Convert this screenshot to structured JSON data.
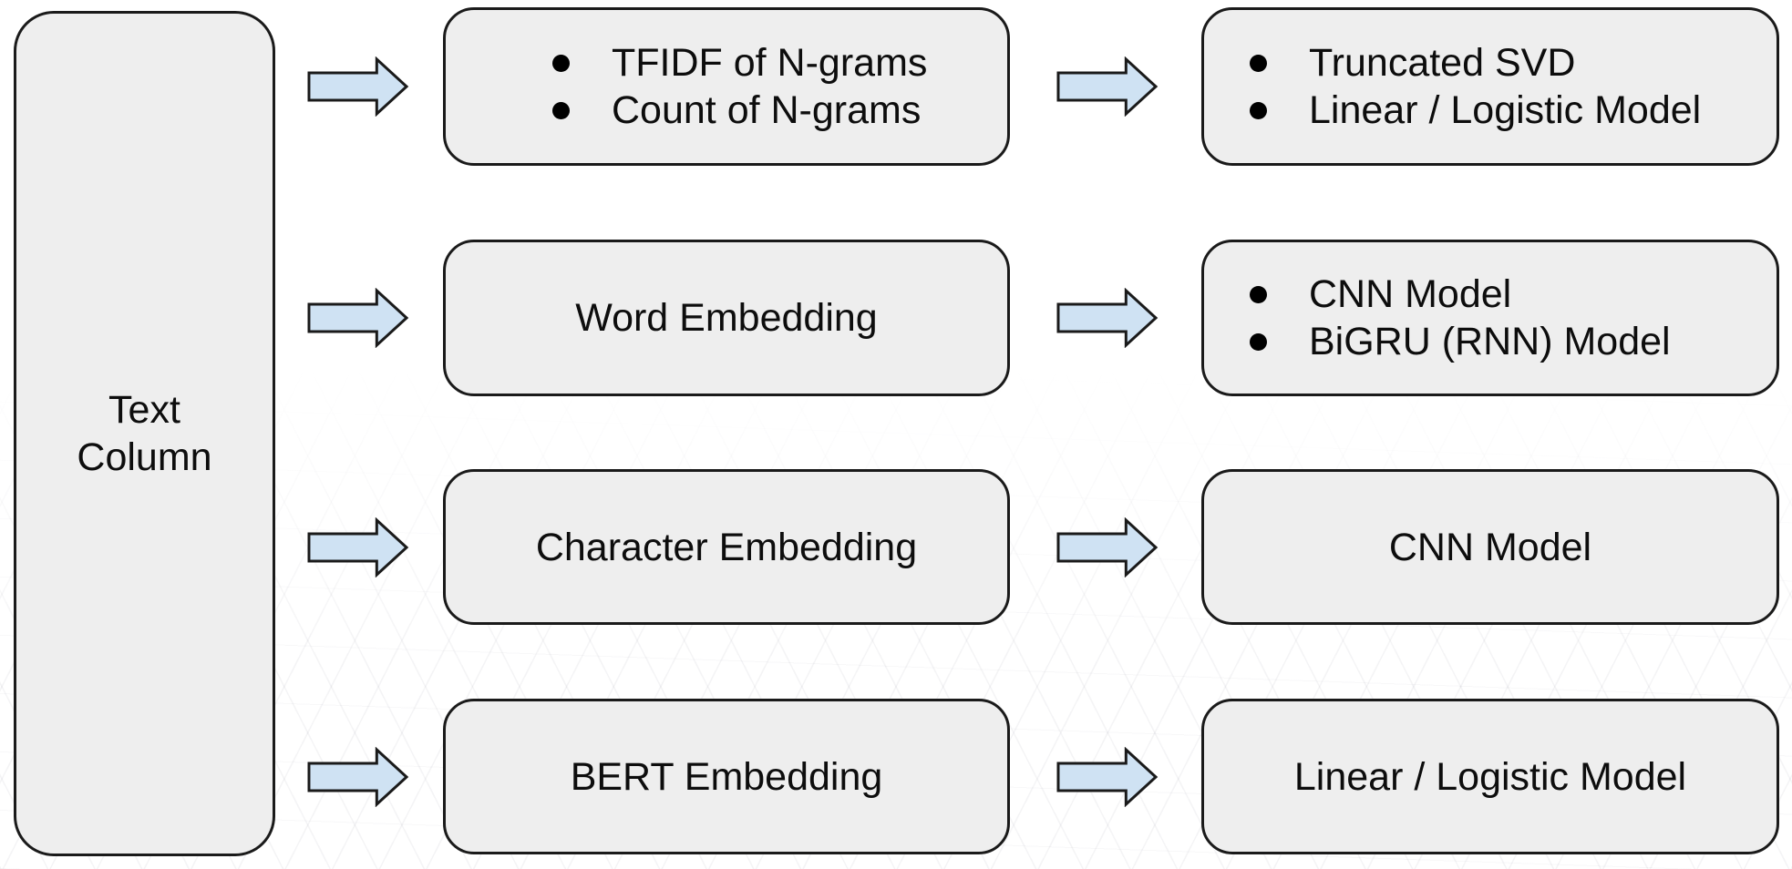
{
  "colors": {
    "box_fill": "#eeeeee",
    "box_border": "#1a1a1a",
    "arrow_fill": "#cfe2f3",
    "arrow_border": "#1a1a1a",
    "text": "#0d0d0d"
  },
  "icons": {
    "arrow": "right-arrow-icon",
    "bullet": "bullet-icon"
  },
  "source": {
    "line1": "Text",
    "line2": "Column"
  },
  "rows": [
    {
      "feature": {
        "type": "bullets",
        "items": [
          "TFIDF of N-grams",
          "Count of N-grams"
        ]
      },
      "model": {
        "type": "bullets",
        "items": [
          "Truncated SVD",
          "Linear / Logistic Model"
        ]
      }
    },
    {
      "feature": {
        "type": "single",
        "label": "Word Embedding"
      },
      "model": {
        "type": "bullets",
        "items": [
          "CNN Model",
          "BiGRU (RNN) Model"
        ]
      }
    },
    {
      "feature": {
        "type": "single",
        "label": "Character Embedding"
      },
      "model": {
        "type": "single",
        "label": "CNN Model"
      }
    },
    {
      "feature": {
        "type": "single",
        "label": "BERT Embedding"
      },
      "model": {
        "type": "single",
        "label": "Linear / Logistic Model"
      }
    }
  ]
}
